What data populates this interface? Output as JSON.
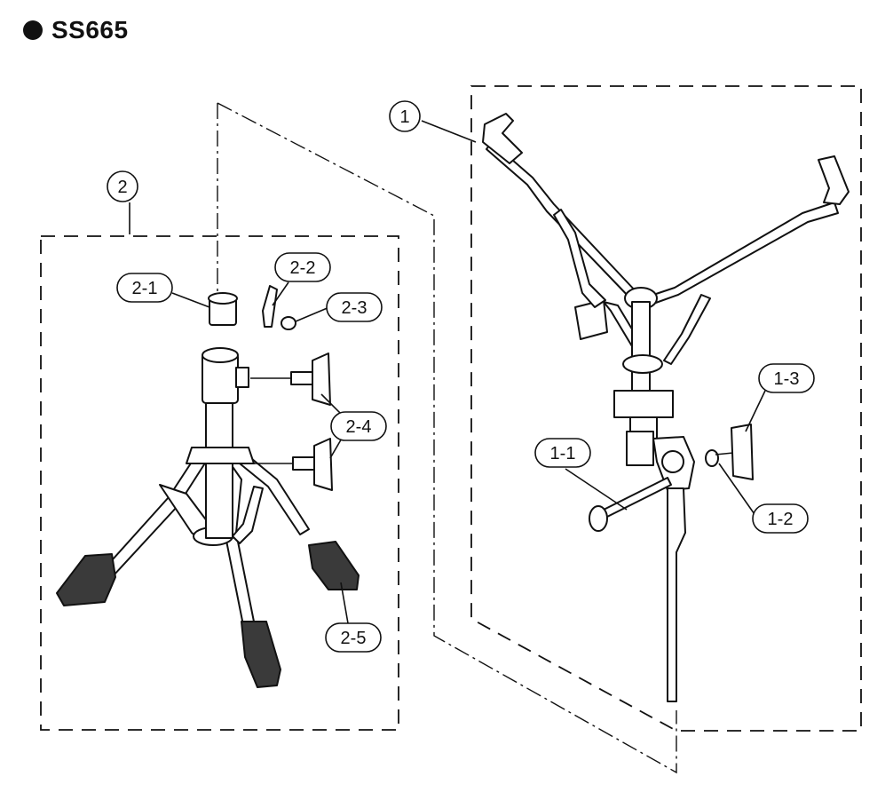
{
  "model": {
    "title": "SS665"
  },
  "callouts": {
    "c1": "1",
    "c1_1": "1-1",
    "c1_2": "1-2",
    "c1_3": "1-3",
    "c2": "2",
    "c2_1": "2-1",
    "c2_2": "2-2",
    "c2_3": "2-3",
    "c2_4": "2-4",
    "c2_5": "2-5"
  }
}
